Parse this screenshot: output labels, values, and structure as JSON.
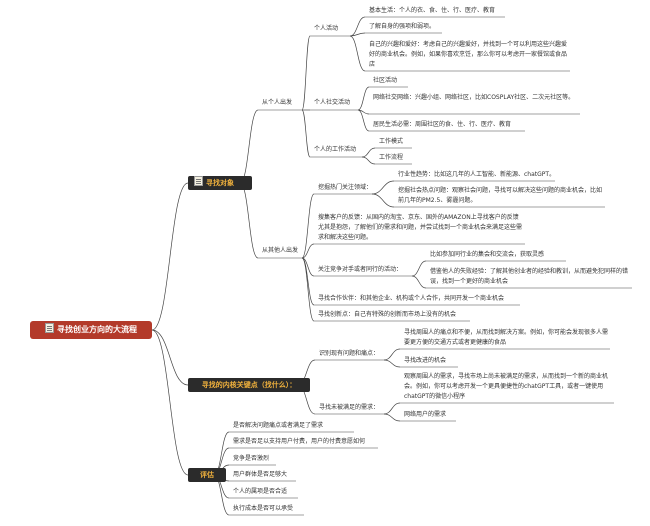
{
  "root": {
    "label": "寻找创业方向的大流程",
    "icon": "document-icon"
  },
  "branches": {
    "target": {
      "label": "寻找对象",
      "icon": "document-icon",
      "from_self": {
        "label": "从个人出发",
        "personal_activity": {
          "label": "个人活动",
          "items": [
            "基本生活：个人的衣、食、住、行、医疗、教育",
            "了解自身的强项和弱项。",
            "自己的兴趣和爱好：考虑自己的兴趣爱好，并找到一个可以利用这些兴趣爱好的商业机会。例如，如果你喜欢烹饪，那么你可以考虑开一家餐馆或食品店"
          ]
        },
        "social_activity": {
          "label": "个人社交活动",
          "items": [
            "社区活动",
            "网络社交网络：兴趣小组、网络社区，比如COSPLAY社区、二次元社区等。",
            "居民生活必需：周围社区的食、住、行、医疗、教育"
          ]
        },
        "work_activity": {
          "label": "个人的工作活动",
          "items": [
            "工作模式",
            "工作流程"
          ]
        }
      },
      "from_others": {
        "label": "从其他人出发",
        "hot_fields": {
          "label": "挖掘热门关注领域：",
          "items": [
            "行业性趋势：比如这几年的人工智能、新能源、chatGPT。",
            "挖掘社会热点问题：观察社会问题，寻找可以解决这些问题的商业机会，比如前几年的PM2.5、雾霾问题。"
          ]
        },
        "customer_feedback": "搜集客户的反馈：从国内的淘宝、京东、国外的AMAZON上寻找客户的反馈尤其是抱怨，了解他们的需求和问题，并尝试找到一个商业机会来满足这些需求和解决这些问题。",
        "competitors": {
          "label": "关注竞争对手或者同行的活动：",
          "items": [
            "比如参加同行业的集会和交流会，获取灵感",
            "借鉴他人的失败经验：了解其他创业者的经验和教训，从而避免犯同样的错误，找到一个更好的商业机会"
          ]
        },
        "partners": "寻找合作伙伴：和其他企业、机构或个人合作，共同开发一个商业机会",
        "innovation": "寻找创新点：自己有特殊的创新而市场上没有的机会"
      }
    },
    "key_points": {
      "label": "寻找的内核关键点（找什么）：",
      "pain_points": {
        "label": "识别现有问题和痛点：",
        "items": [
          "寻找周围人的痛点和不便，从而找到解决方案。例如，你可能会发现很多人需要更方便的交通方式或者更健康的食品",
          "寻找改进的机会"
        ]
      },
      "unmet_needs": {
        "label": "寻找未被满足的需求：",
        "items": [
          "观察周围人的需求，寻找市场上尚未被满足的需求，从而找到一个新的商业机会。例如，你可以考虑开发一个更具便捷性的chatGPT工具，或者一键使用chatGPT的微信小程序",
          "网络用户的需求"
        ]
      }
    },
    "evaluate": {
      "label": "评估",
      "items": [
        "是否解决问题痛点或者满足了需求",
        "需求是否足以支持用户付费，用户的付费意愿如何",
        "竞争是否激烈",
        "用户群体是否足够大",
        "个人的属项是否合适",
        "执行成本是否可以承受"
      ]
    }
  },
  "colors": {
    "root": "#b33a2a",
    "branch_bg": "#2b2b2b",
    "branch_text": "#f3b33d",
    "line": "#444444"
  }
}
